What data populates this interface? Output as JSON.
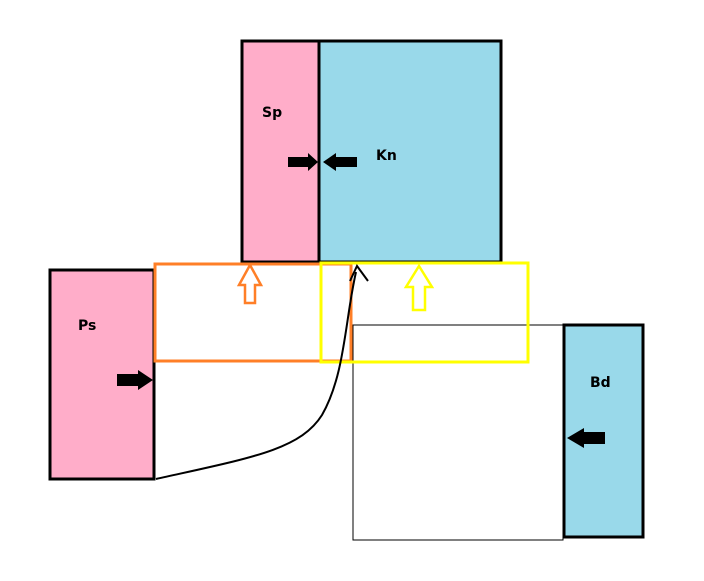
{
  "labels": {
    "sp": "Sp",
    "kn": "Kn",
    "ps": "Ps",
    "bd": "Bd"
  },
  "colors": {
    "pink": "#ffadc9",
    "blue": "#99d9ea",
    "orange": "#ff7f27",
    "yellow": "#ffff00",
    "outline": "#000000",
    "arrow": "#000000"
  }
}
